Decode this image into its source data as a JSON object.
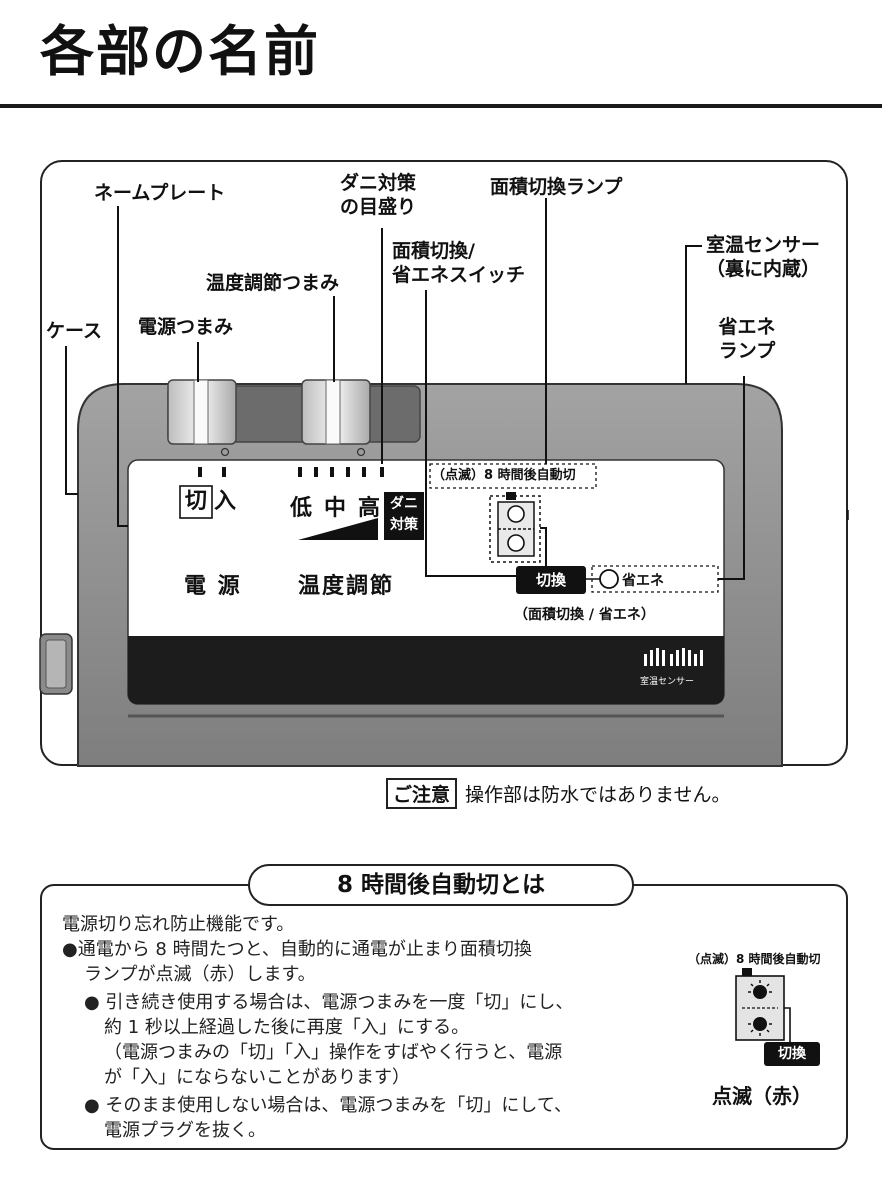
{
  "page": {
    "title": "各部の名前"
  },
  "labels": {
    "nameplate": "ネームプレート",
    "dani_scale_1": "ダニ対策",
    "dani_scale_2": "の目盛り",
    "area_lamp": "面積切換ランプ",
    "room_sensor_1": "室温センサー",
    "room_sensor_2": "（裏に内蔵）",
    "area_switch_1": "面積切換/",
    "area_switch_2": "省エネスイッチ",
    "temp_knob": "温度調節つまみ",
    "case": "ケース",
    "power_knob": "電源つまみ",
    "eco_lamp_1": "省エネ",
    "eco_lamp_2": "ランプ"
  },
  "panel": {
    "power_off": "切",
    "power_on": "入",
    "temp_low": "低",
    "temp_mid": "中",
    "temp_high": "高",
    "dani_1": "ダニ",
    "dani_2": "対策",
    "power_label": "電 源",
    "temp_label": "温度調節",
    "auto_off": "（点滅）8 時間後自動切",
    "switch_button": "切換",
    "eco": "省エネ",
    "switch_caption": "（面積切換 / 省エネ）",
    "sensor_caption": "室温センサー"
  },
  "caution": {
    "tag": "ご注意",
    "text": "操作部は防水ではありません。"
  },
  "info": {
    "title": "8 時間後自動切とは",
    "line1": "電源切り忘れ防止機能です。",
    "line2": "●通電から 8 時間たつと、自動的に通電が止まり面積切換",
    "line3": "ランプが点滅（赤）します。",
    "line4": "● 引き続き使用する場合は、電源つまみを一度「切」にし、",
    "line5": "約 1 秒以上経過した後に再度「入」にする。",
    "line6": "（電源つまみの「切」「入」操作をすばやく行うと、電源",
    "line7": "が「入」にならないことがあります）",
    "line8": "● そのまま使用しない場合は、電源つまみを「切」にして、",
    "line9": "電源プラグを抜く。",
    "figure_caption": "（点滅）8 時間後自動切",
    "figure_button": "切換",
    "figure_label": "点滅（赤）"
  },
  "colors": {
    "device_body": "#8f8f8f",
    "panel": "#ffffff",
    "band": "#1c1c1c",
    "switch_black": "#111111"
  }
}
